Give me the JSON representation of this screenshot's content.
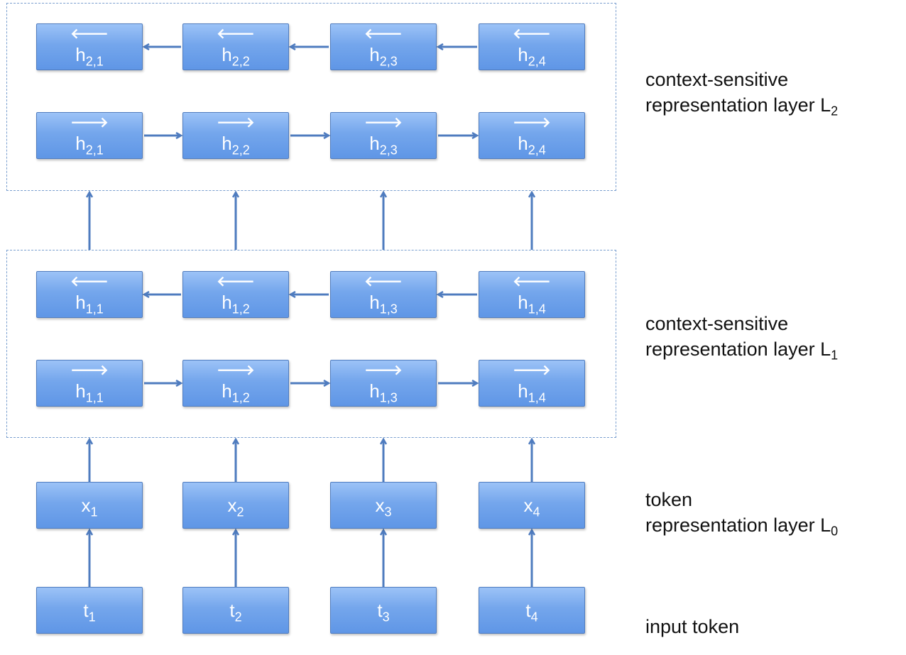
{
  "layers": {
    "l2": {
      "label_line1": "context-sensitive",
      "label_line2": "representation layer L",
      "label_sub": "2",
      "backward": {
        "dir_glyph": "🡐",
        "nodes": [
          {
            "base": "h",
            "sub": "2,1"
          },
          {
            "base": "h",
            "sub": "2,2"
          },
          {
            "base": "h",
            "sub": "2,3"
          },
          {
            "base": "h",
            "sub": "2,4"
          }
        ]
      },
      "forward": {
        "dir_glyph": "🡒",
        "nodes": [
          {
            "base": "h",
            "sub": "2,1"
          },
          {
            "base": "h",
            "sub": "2,2"
          },
          {
            "base": "h",
            "sub": "2,3"
          },
          {
            "base": "h",
            "sub": "2,4"
          }
        ]
      }
    },
    "l1": {
      "label_line1": "context-sensitive",
      "label_line2": "representation layer L",
      "label_sub": "1",
      "backward": {
        "dir_glyph": "🡐",
        "nodes": [
          {
            "base": "h",
            "sub": "1,1"
          },
          {
            "base": "h",
            "sub": "1,2"
          },
          {
            "base": "h",
            "sub": "1,3"
          },
          {
            "base": "h",
            "sub": "1,4"
          }
        ]
      },
      "forward": {
        "dir_glyph": "🡒",
        "nodes": [
          {
            "base": "h",
            "sub": "1,1"
          },
          {
            "base": "h",
            "sub": "1,2"
          },
          {
            "base": "h",
            "sub": "1,3"
          },
          {
            "base": "h",
            "sub": "1,4"
          }
        ]
      }
    },
    "l0": {
      "label_line1": "token",
      "label_line2": "representation layer L",
      "label_sub": "0",
      "nodes": [
        {
          "base": "x",
          "sub": "1"
        },
        {
          "base": "x",
          "sub": "2"
        },
        {
          "base": "x",
          "sub": "3"
        },
        {
          "base": "x",
          "sub": "4"
        }
      ]
    },
    "input": {
      "label_line1": "input token",
      "nodes": [
        {
          "base": "t",
          "sub": "1"
        },
        {
          "base": "t",
          "sub": "2"
        },
        {
          "base": "t",
          "sub": "3"
        },
        {
          "base": "t",
          "sub": "4"
        }
      ]
    }
  },
  "colors": {
    "node_top": "#9cc3f7",
    "node_bottom": "#5f96e6",
    "arrow": "#4f7cbf",
    "frame": "#7a9fcf"
  }
}
